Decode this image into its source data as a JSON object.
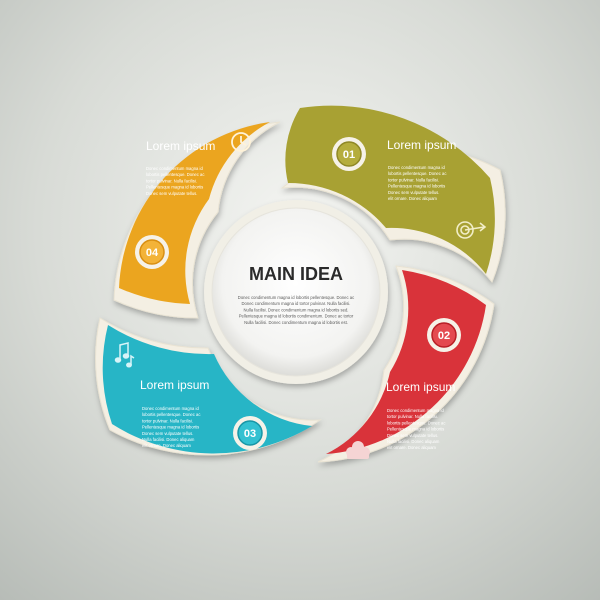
{
  "center": {
    "title": "MAIN IDEA",
    "text_lines": [
      "Donec condimentum magna id lobortis pellentesque. Donec ac",
      "Donec condimentum magna id tortor pulvinar. Nulla facilisi.",
      "Nulla facilisi. Donec condimentum magna id lobortis sed.",
      "Pellentesque magna id lobortis condimentum. Donec ac tortor",
      "Nulla facilisi. Donec condimentum magna id lobortis est."
    ]
  },
  "segments": [
    {
      "number": "01",
      "title": "Lorem ipsum",
      "color": "#a8a133",
      "icon": "target-icon",
      "text_lines": [
        "Donec condimentum magna id",
        "lobortis pellentesque. Donec ac",
        "tortor pulvinar. Nulla facilisi.",
        "Pellentesque magna id lobortis",
        "Donec sem vulputate tellus.",
        "elit ornare. Donec aliquam"
      ]
    },
    {
      "number": "02",
      "title": "Lorem ipsum",
      "color": "#d9333a",
      "icon": "chef-hat-icon",
      "text_lines": [
        "Donec condimentum magna id",
        "tortor pulvinar. Nulla facilisi.",
        "lobortis pellentesque. Donec ac",
        "Pellentesque magna id lobortis",
        "Donec sem vulputate tellus.",
        "Nulla facilisi. Donec aliquam",
        "elit ornare. Donec aliquam"
      ]
    },
    {
      "number": "03",
      "title": "Lorem ipsum",
      "color": "#27b5c6",
      "icon": "music-notes-icon",
      "text_lines": [
        "Donec condimentum magna id",
        "lobortis pellentesque. Donec ac",
        "tortor pulvinar. Nulla facilisi.",
        "Pellentesque magna id lobortis",
        "Donec sem vulputate tellus.",
        "Nulla facilisi. Donec aliquam",
        "elit ornare. Donec aliquam"
      ]
    },
    {
      "number": "04",
      "title": "Lorem ipsum",
      "color": "#eba51f",
      "icon": "clock-icon",
      "text_lines": [
        "Donec condimentum magna id",
        "lobortis pellentesque. Donec ac",
        "tortor pulvinar. Nulla facilisi.",
        "Pellentesque magna id lobortis",
        "Donec sem vulputate tellus."
      ]
    }
  ]
}
